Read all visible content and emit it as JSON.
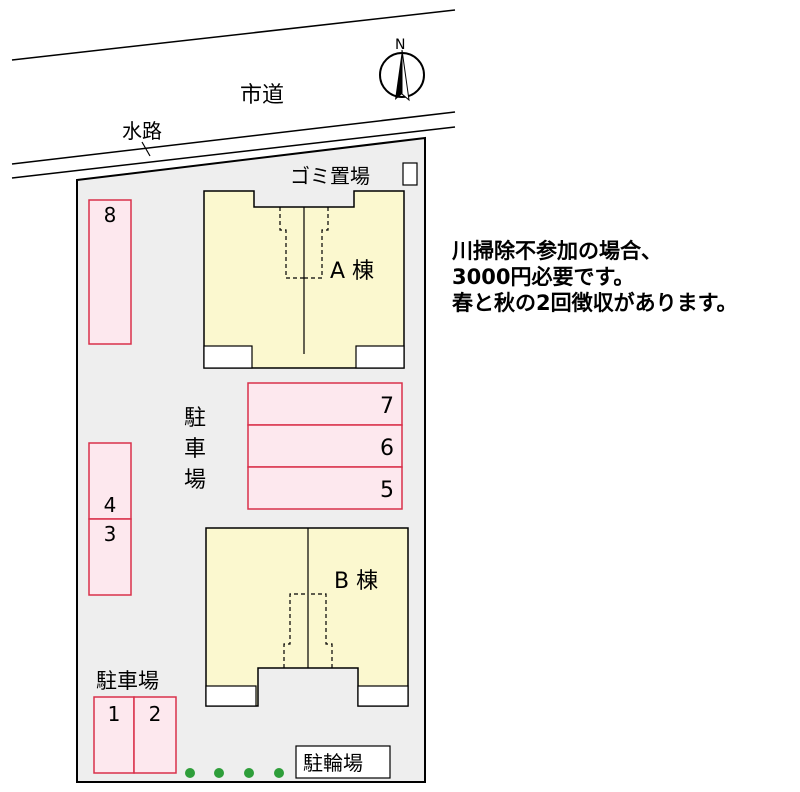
{
  "map": {
    "road_label": "市道",
    "waterway_label": "水路",
    "north_label": "N",
    "garbage_label": "ゴミ置場",
    "building_a_label": "A 棟",
    "building_b_label": "B 棟",
    "parking_label_center": [
      "駐",
      "車",
      "場"
    ],
    "parking_label_bottom": "駐車場",
    "bicycle_parking_label": "駐輪場",
    "parking_spaces": [
      "1",
      "2",
      "3",
      "4",
      "5",
      "6",
      "7",
      "8"
    ]
  },
  "notice": {
    "lines": [
      "川掃除不参加の場合、",
      "3000円必要です。",
      "春と秋の2回徴収があります。"
    ]
  },
  "colors": {
    "building_fill": "#fbf8cf",
    "parking_fill": "#fde8ee",
    "parking_stroke": "#d9304a",
    "lot_fill": "#eeeeee",
    "tree_green": "#2e9e3a"
  }
}
